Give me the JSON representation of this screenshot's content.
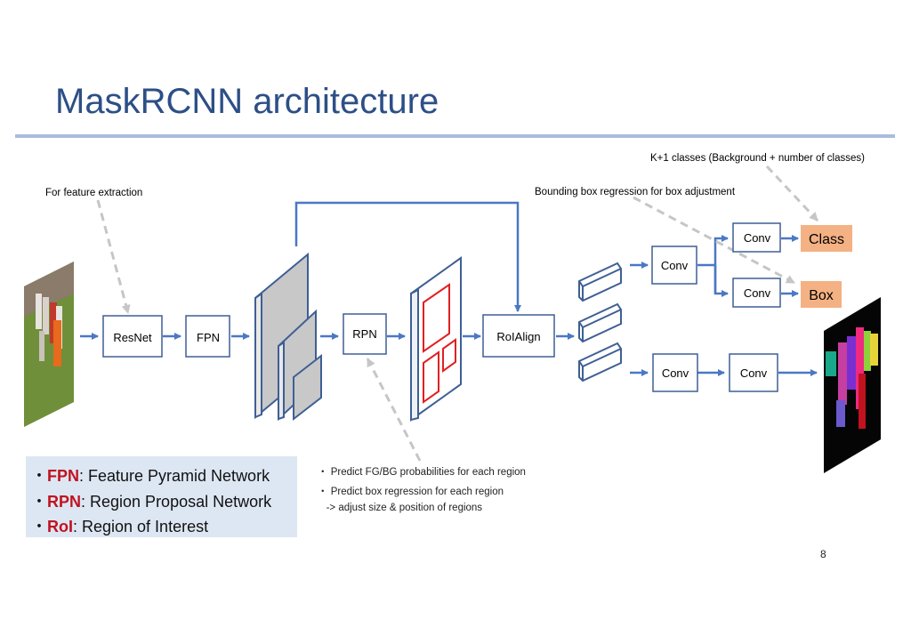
{
  "title": "MaskRCNN architecture",
  "annotations": {
    "feature_extraction": "For feature extraction",
    "bbox_regression": "Bounding box regression for box adjustment",
    "classes": "K+1 classes (Background + number of classes)"
  },
  "blocks": {
    "resnet": "ResNet",
    "fpn": "FPN",
    "rpn": "RPN",
    "roialign": "RoIAlign",
    "conv_top": "Conv",
    "conv_class": "Conv",
    "conv_box": "Conv",
    "conv_mask1": "Conv",
    "conv_mask2": "Conv"
  },
  "outputs": {
    "class": "Class",
    "box": "Box"
  },
  "legend": [
    {
      "term": "FPN",
      "desc": ": Feature Pyramid Network"
    },
    {
      "term": "RPN",
      "desc": ": Region Proposal Network"
    },
    {
      "term": "RoI",
      "desc": ": Region of Interest"
    }
  ],
  "rpn_notes": [
    "・ Predict FG/BG probabilities for each region",
    "・ Predict box regression for each region",
    "   -> adjust size & position of regions"
  ],
  "page_number": "8",
  "colors": {
    "title": "#2d4f86",
    "arrow": "#4a78c4",
    "box_border": "#3e5f95",
    "output_fill": "#f4b183",
    "legend_bg": "#dde7f3",
    "term": "#c1121f",
    "proposal": "#e02020"
  }
}
